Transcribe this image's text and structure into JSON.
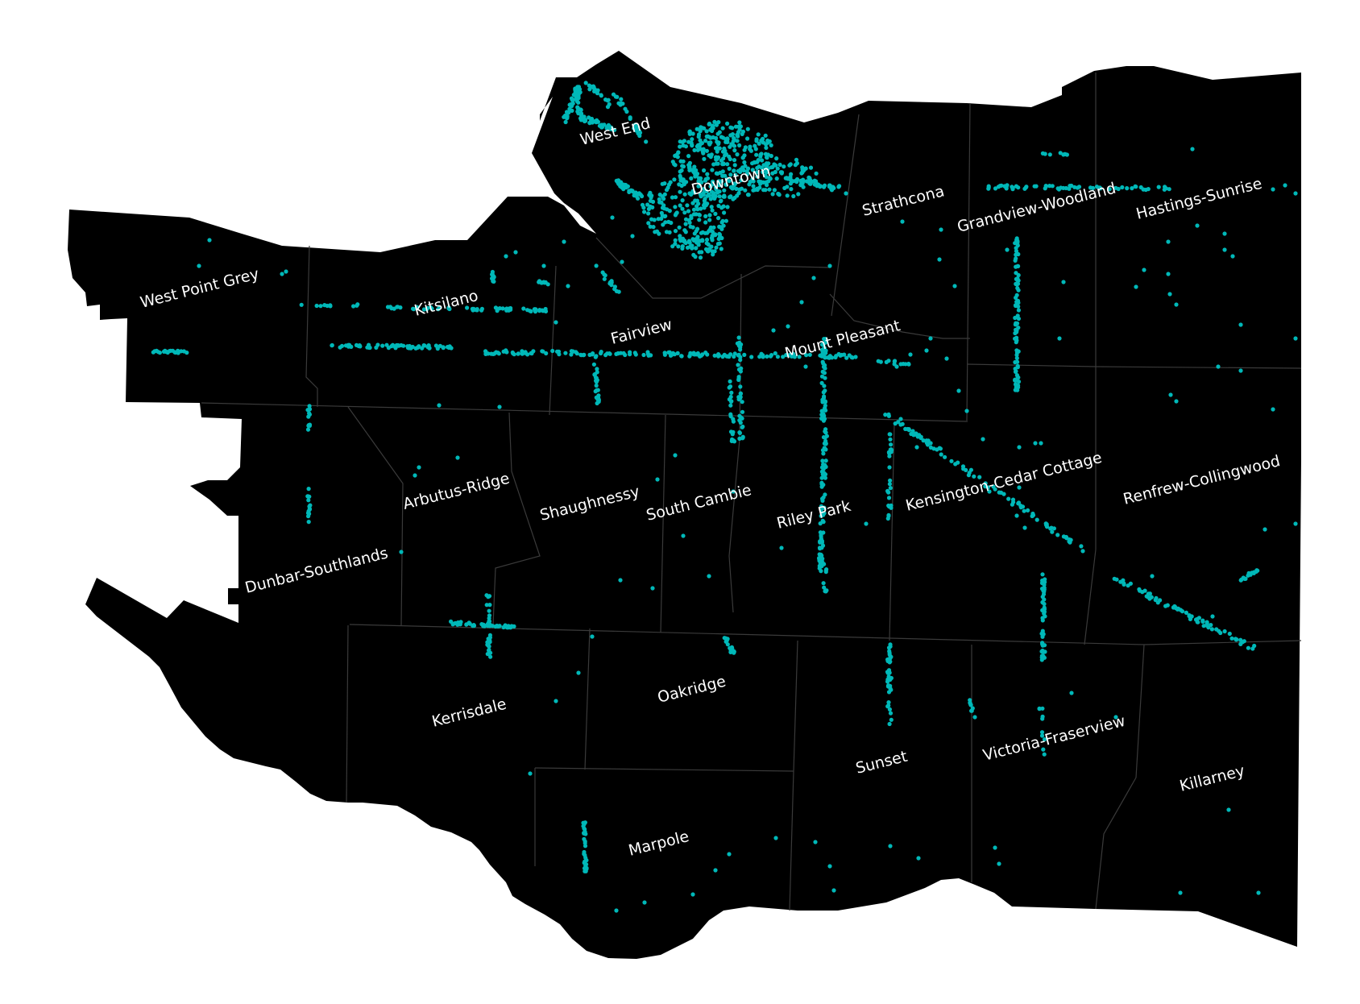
{
  "map": {
    "land_color": "#000000",
    "background_color": "#ffffff",
    "point_color": "#00b8b8",
    "label_color": "#ffffff",
    "neighbourhoods": [
      "West End",
      "Downtown",
      "Strathcona",
      "Grandview-Woodland",
      "Hastings-Sunrise",
      "West Point Grey",
      "Kitsilano",
      "Fairview",
      "Mount Pleasant",
      "Arbutus-Ridge",
      "Shaughnessy",
      "South Cambie",
      "Riley Park",
      "Kensington-Cedar Cottage",
      "Renfrew-Collingwood",
      "Dunbar-Southlands",
      "Kerrisdale",
      "Oakridge",
      "Sunset",
      "Victoria-Fraserview",
      "Killarney",
      "Marpole"
    ]
  }
}
